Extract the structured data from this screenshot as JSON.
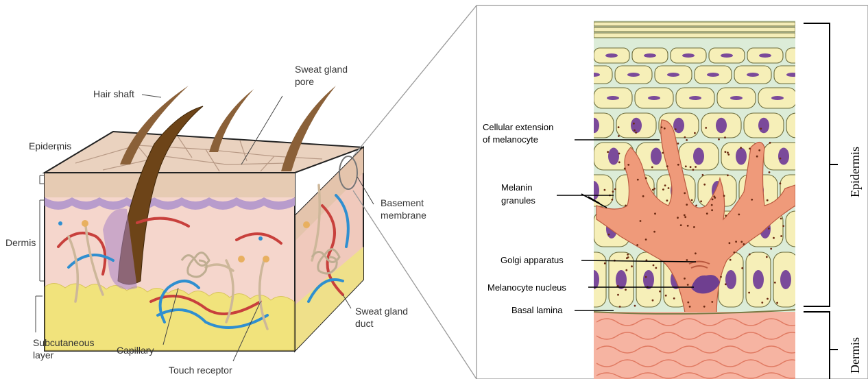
{
  "left_panel": {
    "labels": {
      "hair_shaft": "Hair shaft",
      "sweat_gland_pore_line1": "Sweat gland",
      "sweat_gland_pore_line2": "pore",
      "epidermis": "Epidermis",
      "dermis": "Dermis",
      "basement_membrane_line1": "Basement",
      "basement_membrane_line2": "membrane",
      "sweat_gland_duct_line1": "Sweat gland",
      "sweat_gland_duct_line2": "duct",
      "subcutaneous_line1": "Subcutaneous",
      "subcutaneous_line2": "layer",
      "capillary": "Capillary",
      "touch_receptor": "Touch receptor"
    }
  },
  "right_panel": {
    "labels": {
      "cellular_extension_line1": "Cellular extension",
      "cellular_extension_line2": "of melanocyte",
      "melanin_line1": "Melanin",
      "melanin_line2": "granules",
      "golgi": "Golgi apparatus",
      "melanocyte_nucleus": "Melanocyte nucleus",
      "basal_lamina": "Basal lamina"
    },
    "brackets": {
      "epidermis": "Epidermis",
      "dermis": "Dermis"
    }
  },
  "colors": {
    "skin_surface": "#e8c9b0",
    "epidermis_band": "#b8a0cf",
    "dermis": "#f3d3c8",
    "fat": "#f2e27a",
    "hair": "#7a4e22",
    "artery": "#c8403c",
    "vein": "#2f8fd0",
    "nerve": "#cdb79a",
    "cell_fill": "#f6efb8",
    "cell_outline": "#6b6b3a",
    "nucleus": "#7b4a9a",
    "melanocyte": "#ef9a7a",
    "dermis_tissue": "#f2a08a"
  }
}
